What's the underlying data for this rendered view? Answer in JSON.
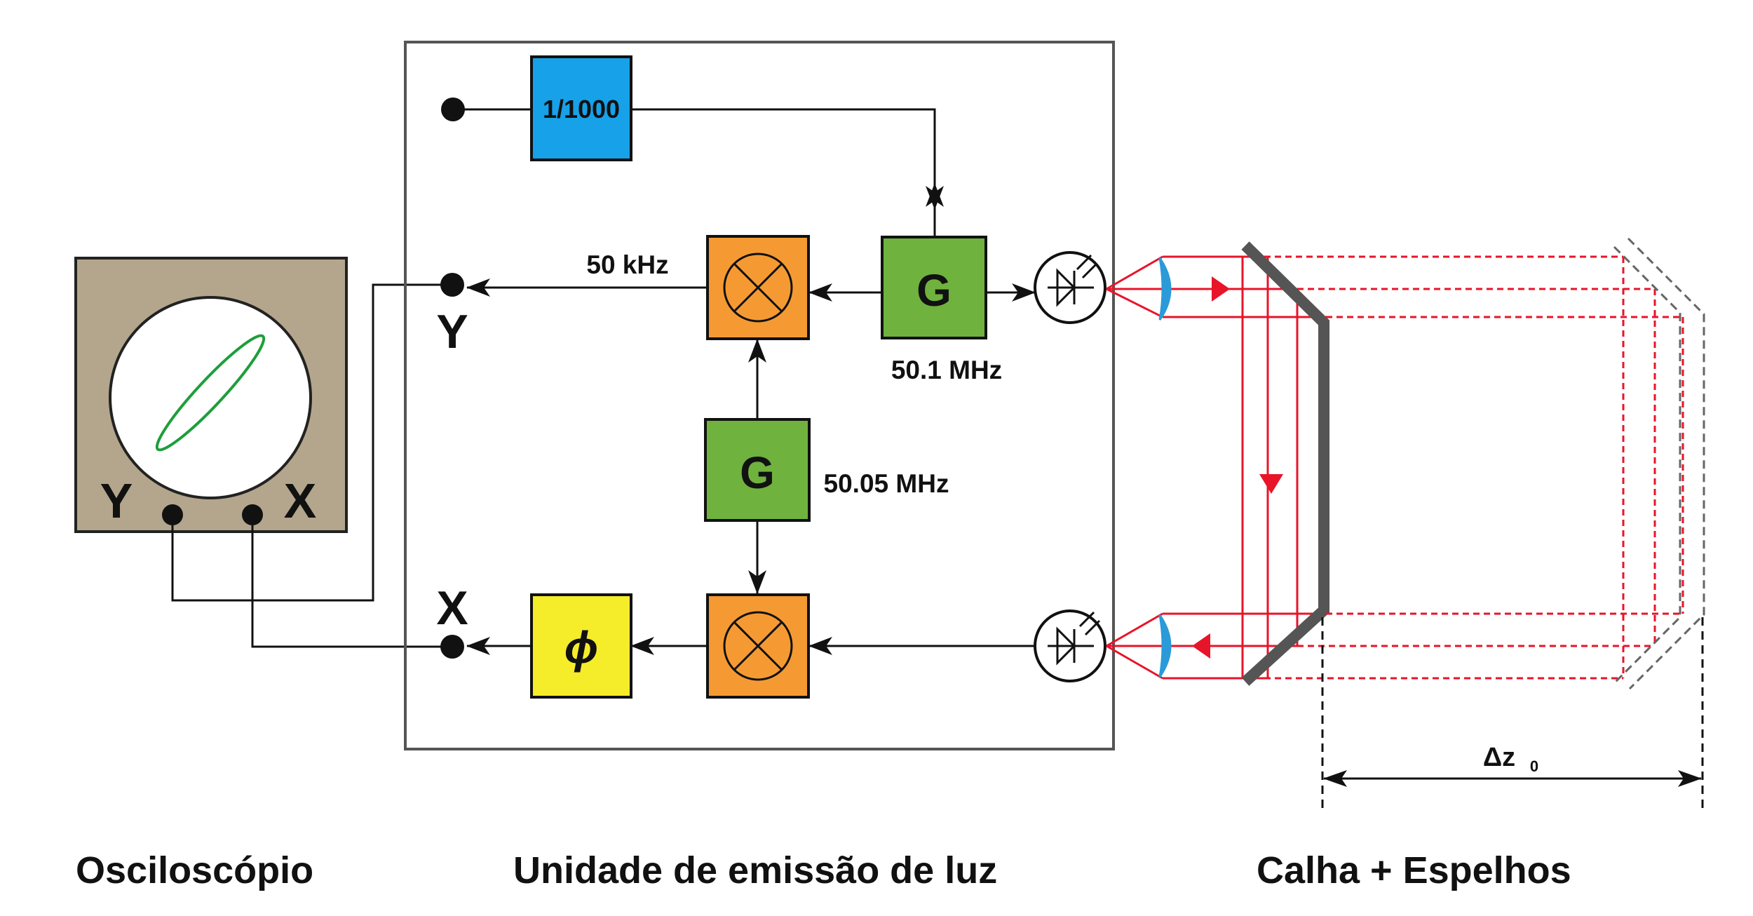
{
  "captions": {
    "oscilloscope": "Osciloscópio",
    "light_unit": "Unidade de emissão de luz",
    "rail": "Calha + Espelhos"
  },
  "oscilloscope": {
    "y_label": "Y",
    "x_label": "X",
    "trace_color": "#1e9e3a",
    "body_color": "#b3a68c"
  },
  "unit": {
    "divider_label": "1/1000",
    "gen_top_label": "G",
    "gen_top_freq": "50.1 MHz",
    "gen_mid_label": "G",
    "gen_mid_freq": "50.05 MHz",
    "mix_freq": "50 kHz",
    "phase_label": "ϕ",
    "out_y_label": "Y",
    "out_x_label": "X",
    "colors": {
      "divider": "#17a1e8",
      "generator": "#6fb23e",
      "mixer": "#f59a32",
      "phase": "#f5ec2a"
    }
  },
  "rail": {
    "delta_label": "Δz",
    "delta_sub": "0",
    "beam_color": "#e8142a",
    "lens_color": "#2a9ad8",
    "mirror_color": "#555555"
  }
}
